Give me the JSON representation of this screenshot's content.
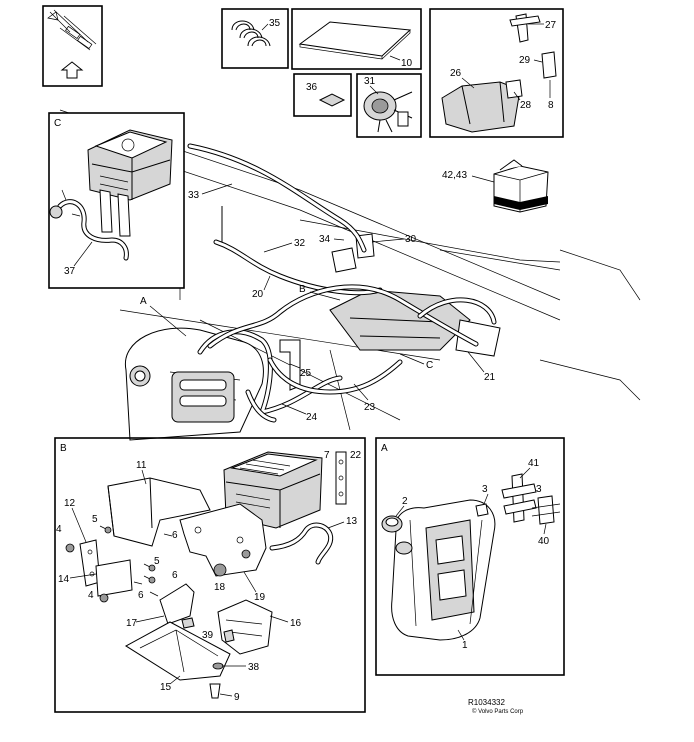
{
  "callouts": {
    "n35": "35",
    "n10": "10",
    "n27": "27",
    "n26": "26",
    "n29": "29",
    "n28": "28",
    "n8": "8",
    "n36": "36",
    "n31": "31",
    "n4243": "42,43",
    "n33": "33",
    "n34": "34",
    "n30": "30",
    "n32": "32",
    "n20": "20",
    "n37": "37",
    "n21": "21",
    "n25": "25",
    "n23": "23",
    "n24": "24",
    "n11": "11",
    "n7": "7",
    "n22": "22",
    "n12": "12",
    "n5": "5",
    "n6a": "6",
    "n4a": "4",
    "n13": "13",
    "n5b": "5",
    "n6b": "6",
    "n14": "14",
    "n18": "18",
    "n19": "19",
    "n4b": "4",
    "n6c": "6",
    "n17": "17",
    "n16": "16",
    "n39": "39",
    "n38": "38",
    "n15": "15",
    "n9": "9",
    "n41": "41",
    "n2": "2",
    "n3a": "3",
    "n3b": "3",
    "n40": "40",
    "n1": "1"
  },
  "views": {
    "c_box": "C",
    "a_main": "A",
    "b_main": "B",
    "c_main": "C",
    "b_box": "B",
    "a_box": "A"
  },
  "footer": {
    "ref": "R1034332",
    "copyright": "© Volvo Parts Corp"
  }
}
